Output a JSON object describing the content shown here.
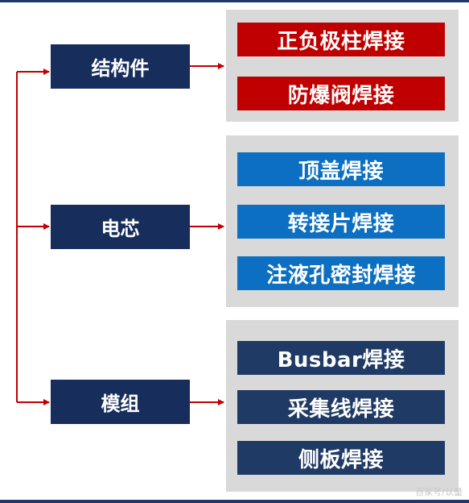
{
  "categories": [
    {
      "label": "结构件",
      "items": [
        "正负极柱焊接",
        "防爆阀焊接"
      ]
    },
    {
      "label": "电芯",
      "items": [
        "顶盖焊接",
        "转接片焊接",
        "注液孔密封焊接"
      ]
    },
    {
      "label": "模组",
      "items": [
        "Busbar焊接",
        "采集线焊接",
        "侧板焊接"
      ]
    }
  ],
  "colors": {
    "category_bg": "#172d5c",
    "panel_bg": "#d9d9d9",
    "group_item_colors": [
      "#c00000",
      "#0c6fc1",
      "#1f3a64"
    ],
    "connector": "#c00000"
  },
  "watermark": "百家号/认量"
}
